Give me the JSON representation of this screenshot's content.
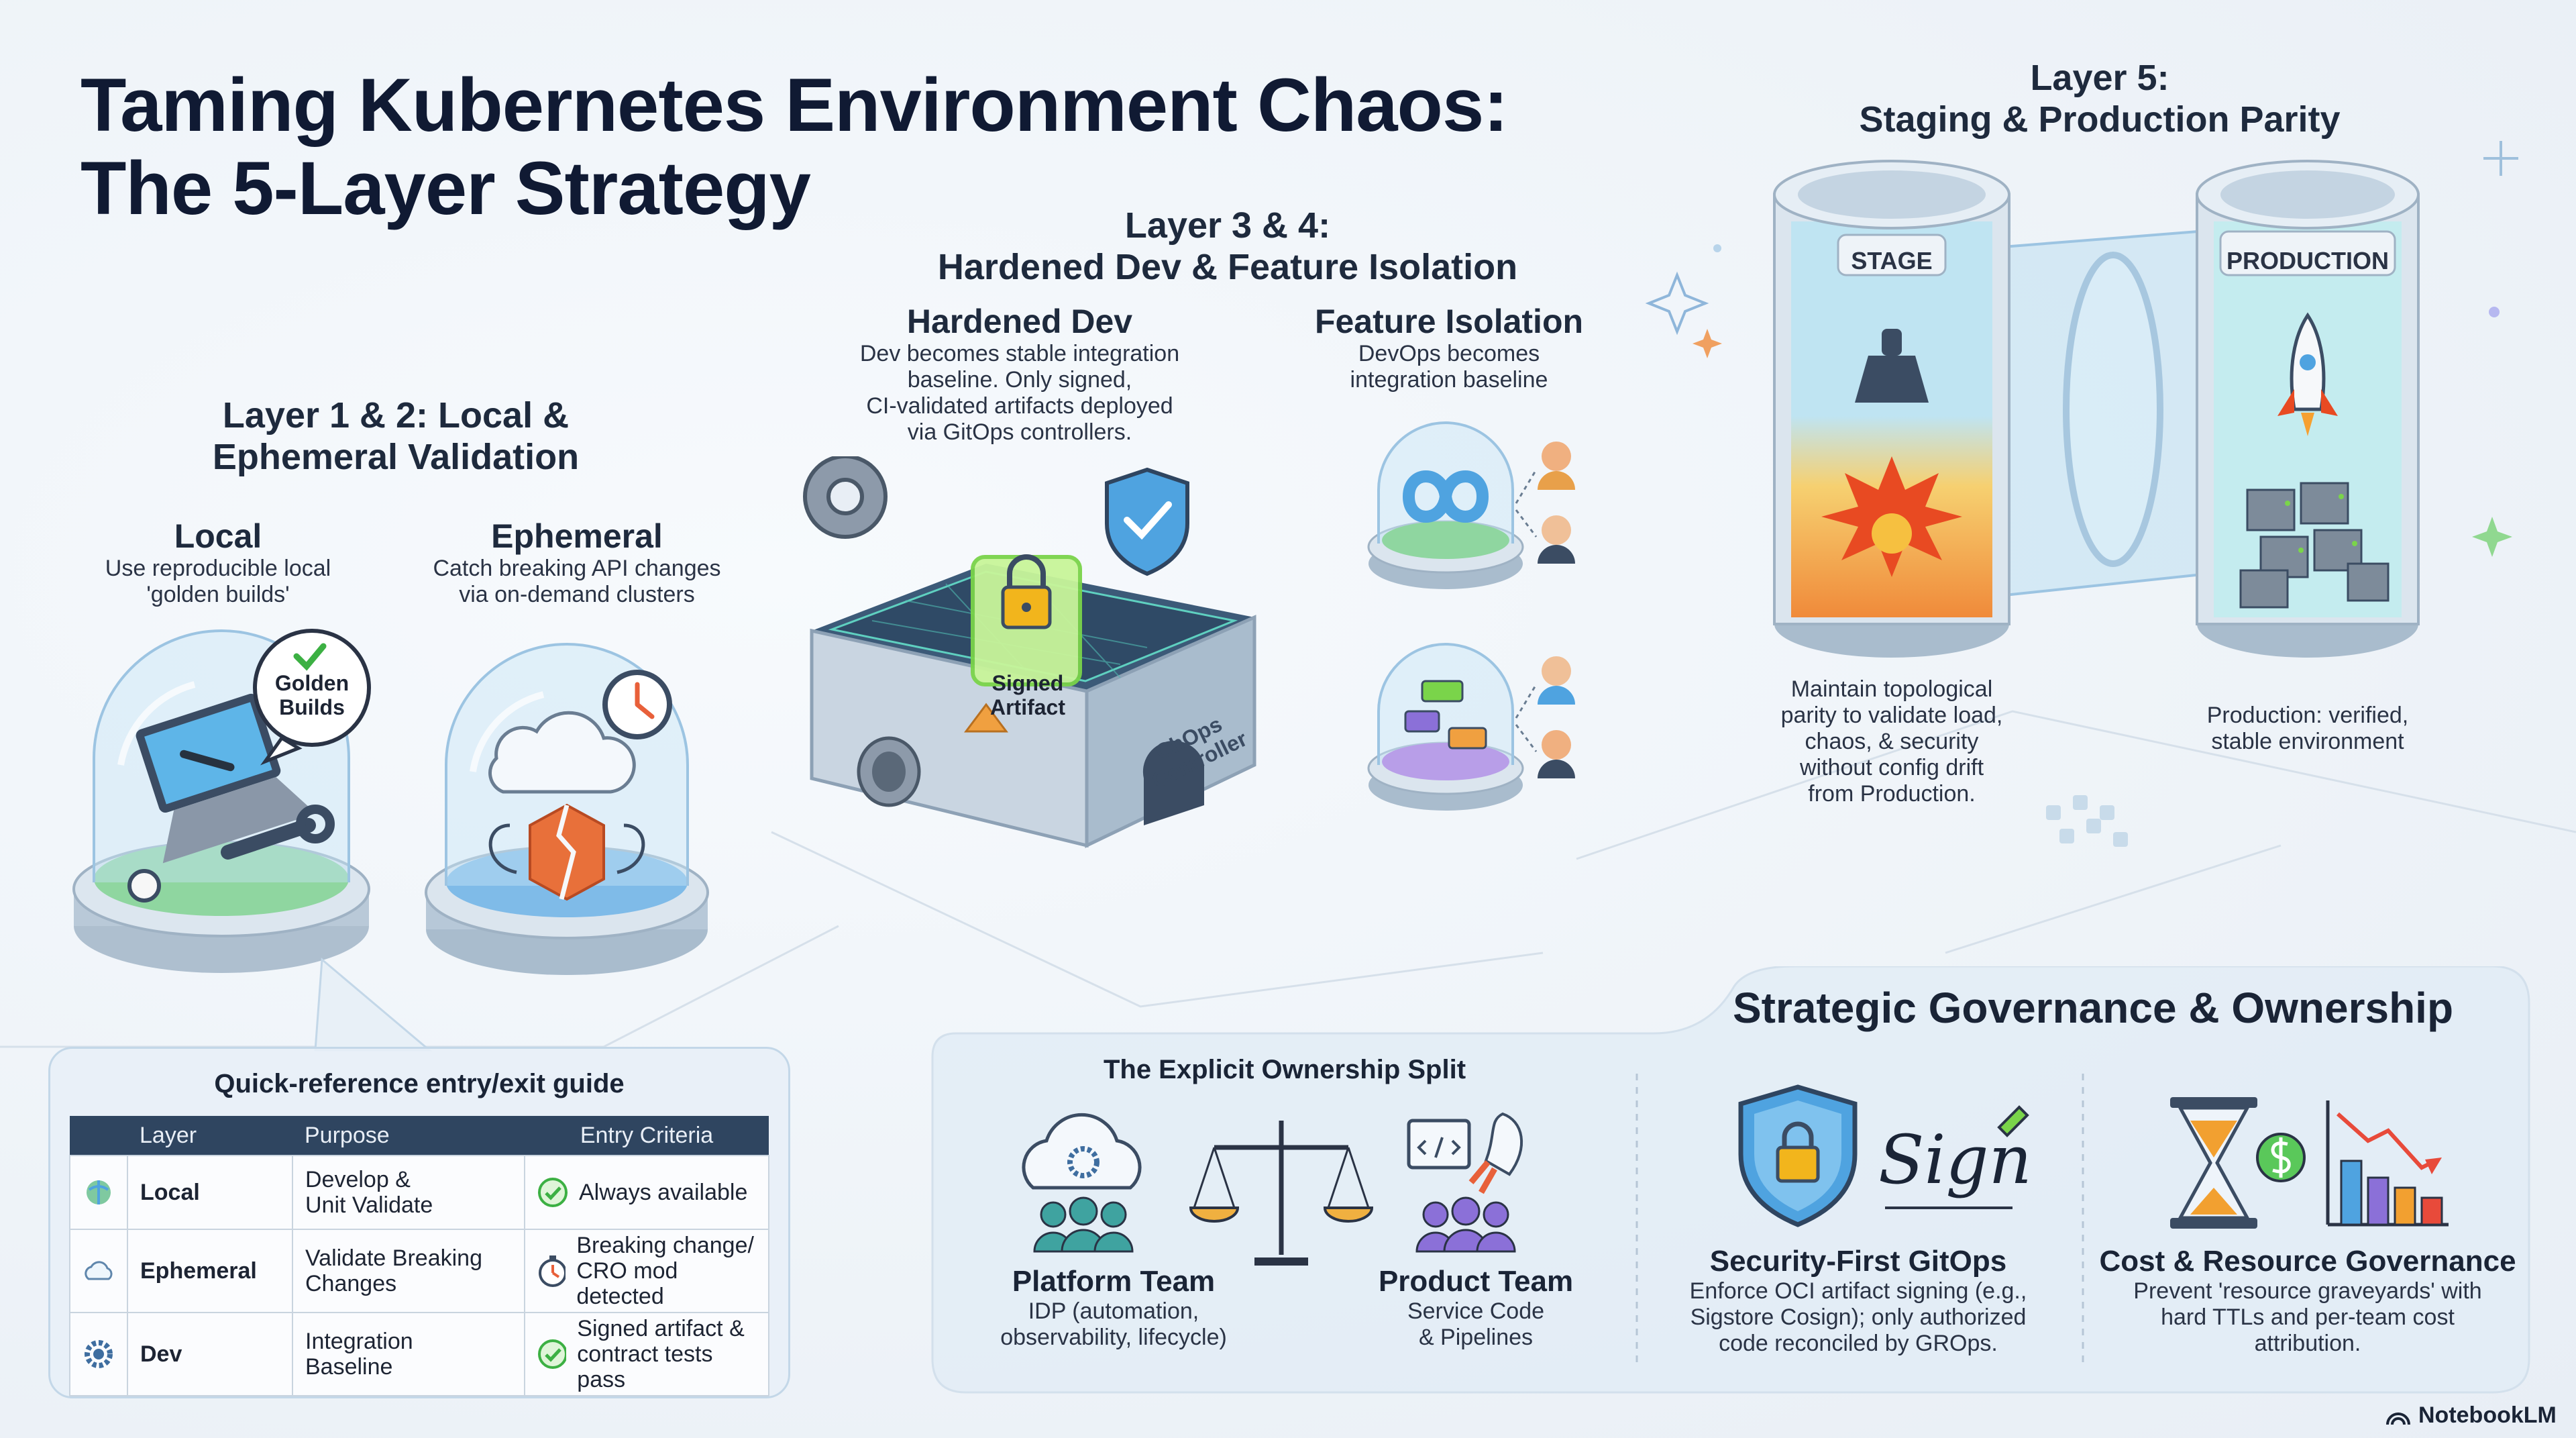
{
  "title": {
    "line1": "Taming Kubernetes Environment Chaos:",
    "line2": "The 5-Layer Strategy"
  },
  "layer12": {
    "heading_line1": "Layer 1 & 2: Local &",
    "heading_line2": "Ephemeral Validation",
    "local": {
      "title": "Local",
      "desc_line1": "Use reproducible local",
      "desc_line2": "'golden builds'",
      "bubble_line1": "Golden",
      "bubble_line2": "Builds"
    },
    "ephemeral": {
      "title": "Ephemeral",
      "desc_line1": "Catch breaking API changes",
      "desc_line2": "via on-demand clusters"
    }
  },
  "layer34": {
    "heading_line1": "Layer 3 & 4:",
    "heading_line2": "Hardened Dev & Feature Isolation",
    "hardened": {
      "title": "Hardened Dev",
      "desc_line1": "Dev becomes stable integration",
      "desc_line2": "baseline. Only signed,",
      "desc_line3": "CI-validated artifacts deployed",
      "desc_line4": "via GitOps controllers.",
      "artifact_line1": "Signed",
      "artifact_line2": "Artifact",
      "controller_line1": "ChOps",
      "controller_line2": "Controller"
    },
    "feature": {
      "title": "Feature Isolation",
      "desc_line1": "DevOps becomes",
      "desc_line2": "integration baseline"
    }
  },
  "layer5": {
    "heading_line1": "Layer 5:",
    "heading_line2": "Staging & Production Parity",
    "stage_label": "STAGE",
    "production_label": "PRODUCTION",
    "stage_desc": [
      "Maintain topological",
      "parity to validate load,",
      "chaos, & security",
      "without config drift",
      "from Production."
    ],
    "production_desc": [
      "Production: verified,",
      "stable environment"
    ]
  },
  "guide": {
    "title": "Quick-reference entry/exit guide",
    "headers": [
      "Layer",
      "Purpose",
      "Entry Criteria"
    ],
    "rows": [
      {
        "layer": "Local",
        "purpose_line1": "Develop &",
        "purpose_line2": "Unit Validate",
        "criteria_line1": "Always available",
        "criteria_line2": ""
      },
      {
        "layer": "Ephemeral",
        "purpose_line1": "Validate Breaking",
        "purpose_line2": "Changes",
        "criteria_line1": "Breaking change/",
        "criteria_line2": "CRO mod detected"
      },
      {
        "layer": "Dev",
        "purpose_line1": "Integration",
        "purpose_line2": "Baseline",
        "criteria_line1": "Signed artifact &",
        "criteria_line2": "contract tests pass"
      }
    ]
  },
  "governance": {
    "title": "Strategic Governance & Ownership",
    "ownership_title": "The Explicit Ownership Split",
    "platform": {
      "title": "Platform Team",
      "desc_line1": "IDP (automation,",
      "desc_line2": "observability, lifecycle)"
    },
    "product": {
      "title": "Product Team",
      "desc_line1": "Service Code",
      "desc_line2": "& Pipelines"
    },
    "security": {
      "title": "Security-First GitOps",
      "desc_line1": "Enforce OCI artifact signing (e.g.,",
      "desc_line2": "Sigstore Cosign); only authorized",
      "desc_line3": "code reconciled by GROps.",
      "sign_text": "Sign"
    },
    "cost": {
      "title": "Cost & Resource Governance",
      "desc_line1": "Prevent 'resource graveyards' with",
      "desc_line2": "hard TTLs and per-team cost",
      "desc_line3": "attribution."
    }
  },
  "brand": "NotebookLM"
}
